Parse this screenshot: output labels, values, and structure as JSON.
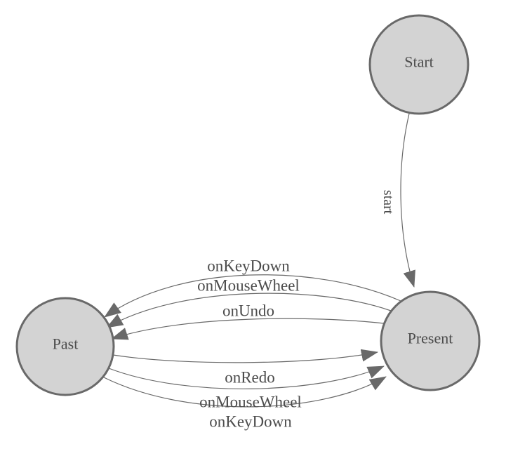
{
  "diagram": {
    "kind": "state-machine",
    "background": "#ffffff"
  },
  "colors": {
    "node_fill": "#d3d3d3",
    "node_stroke": "#696969",
    "edge_stroke": "#696969",
    "arrow_fill": "#696969",
    "label_color": "#4c4c4c"
  },
  "nodes": [
    {
      "id": "start",
      "label": "Start"
    },
    {
      "id": "past",
      "label": "Past"
    },
    {
      "id": "present",
      "label": "Present"
    }
  ],
  "edges": [
    {
      "from": "start",
      "to": "present",
      "label": "start"
    },
    {
      "from": "present",
      "to": "past",
      "label": "onKeyDown"
    },
    {
      "from": "present",
      "to": "past",
      "label": "onMouseWheel"
    },
    {
      "from": "present",
      "to": "past",
      "label": "onUndo"
    },
    {
      "from": "past",
      "to": "present",
      "label": "onRedo"
    },
    {
      "from": "past",
      "to": "present",
      "label": "onMouseWheel"
    },
    {
      "from": "past",
      "to": "present",
      "label": "onKeyDown"
    }
  ]
}
